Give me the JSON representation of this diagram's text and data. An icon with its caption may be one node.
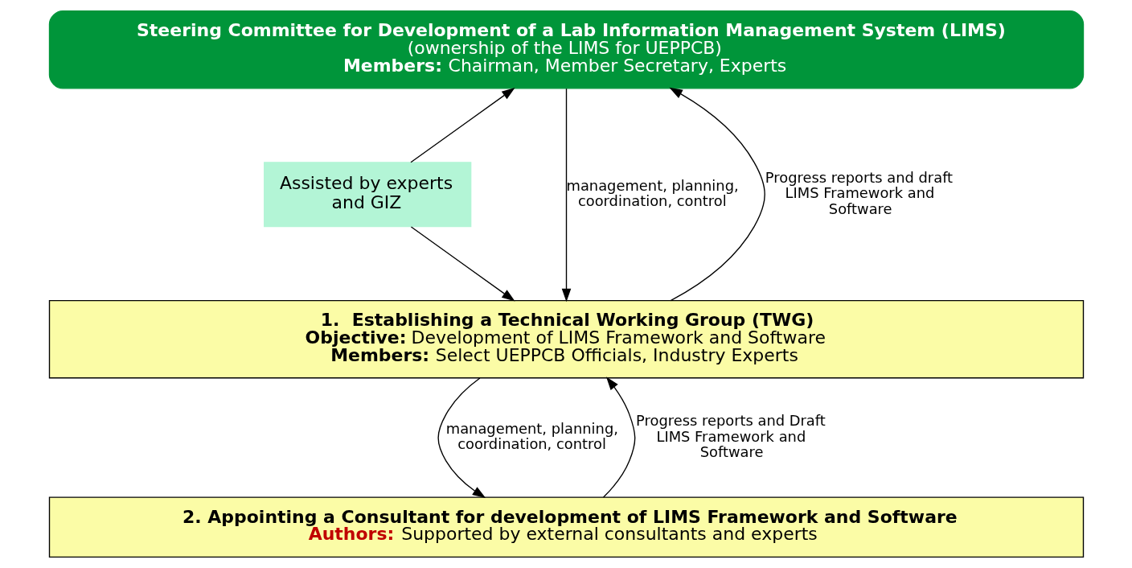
{
  "diagram": {
    "nodes": [
      {
        "text": [
          "**Steering Committee for Development of a Lab Information Management System (LIMS)**",
          "(ownership of the LIMS for UEPPCB)",
          "**Members:** Chairman, Member Secretary, Experts"
        ]
      },
      {
        "text": [
          "Assisted by experts and GIZ"
        ]
      },
      {
        "text": [
          "**1.  Establishing a Technical Working Group (TWG)**",
          "**Objective:** Development of LIMS Framework and Software",
          "**Members:** Select UEPPCB Officials, Industry Experts"
        ]
      },
      {
        "text": [
          "**2. Appointing a Consultant for development of LIMS Framework and Software**",
          "**Authors:** Supported by external consultants and experts"
        ]
      }
    ],
    "edges": [
      {
        "from": 1,
        "to": 0,
        "arrow": "to"
      },
      {
        "from": 1,
        "to": 2,
        "arrow": "to"
      },
      {
        "from": 0,
        "to": 2,
        "arrow": "to",
        "label": "management, planning, coordination, control"
      },
      {
        "from": 2,
        "to": 0,
        "arrow": "to",
        "label": "Progress reports and draft LIMS Framework and Software"
      },
      {
        "from": 2,
        "to": 3,
        "arrow": "to",
        "label": "management, planning, coordination, control"
      },
      {
        "from": 3,
        "to": 2,
        "arrow": "to",
        "label": "Progress reports and Draft LIMS Framework and Software"
      }
    ]
  }
}
